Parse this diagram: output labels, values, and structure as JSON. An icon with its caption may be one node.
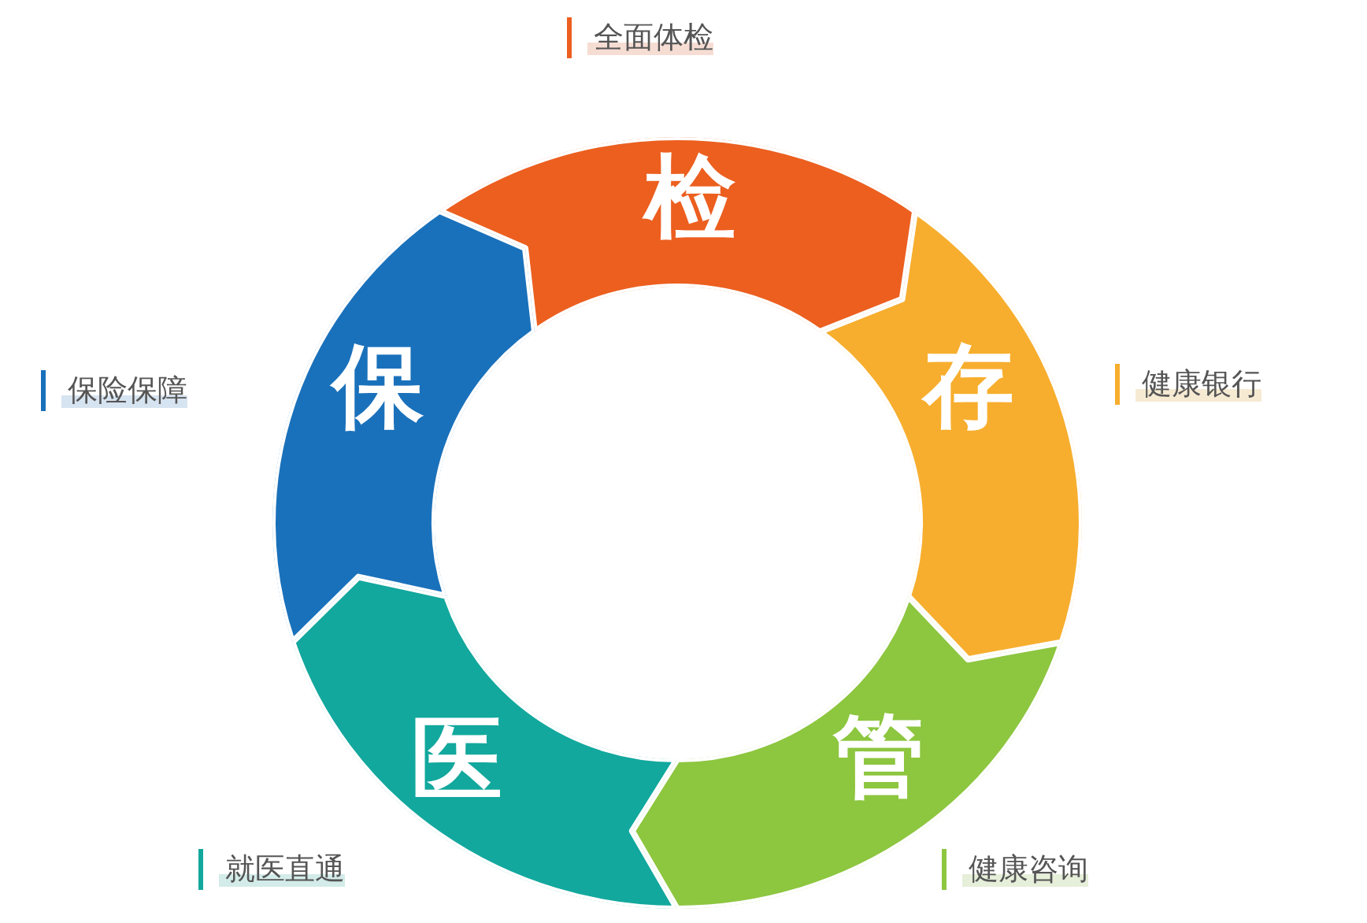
{
  "diagram": {
    "nodes": [
      {
        "text": [
          "检"
        ],
        "beside": [
          "全面体检"
        ]
      },
      {
        "text": [
          "保"
        ],
        "beside": [
          "保险保障"
        ]
      },
      {
        "text": [
          "存"
        ],
        "beside": [
          "健康银行"
        ]
      },
      {
        "text": [
          "医"
        ],
        "beside": [
          "就医直通"
        ]
      },
      {
        "text": [
          "管"
        ],
        "beside": [
          "健康咨询"
        ]
      }
    ]
  }
}
